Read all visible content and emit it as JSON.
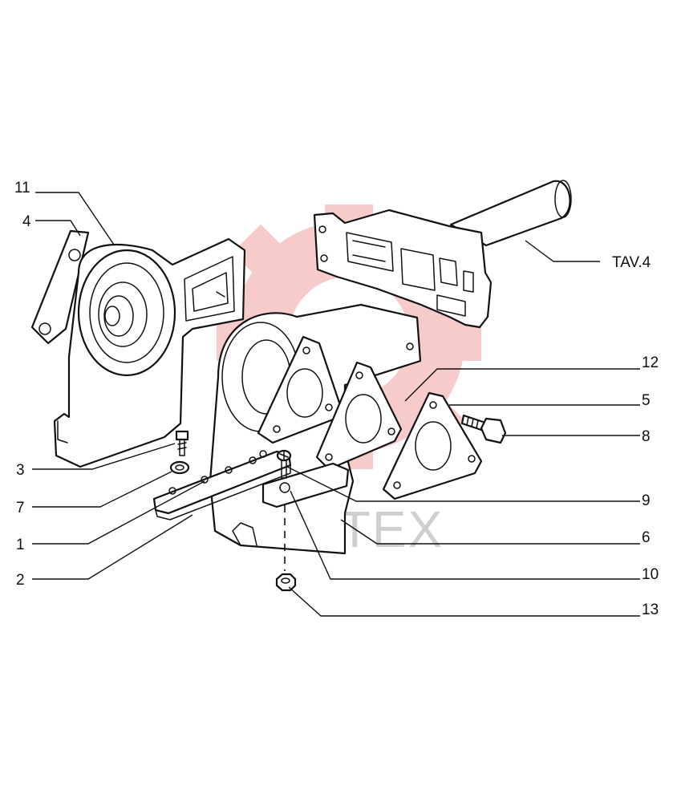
{
  "colors": {
    "line": "#111111",
    "watermark_gear": "#f7b8b8",
    "watermark_text": "#cfcfcf"
  },
  "watermark": {
    "text": "IAHTEX"
  },
  "callouts": [
    {
      "id": "11",
      "label": "11"
    },
    {
      "id": "4",
      "label": "4"
    },
    {
      "id": "tav",
      "label": "TAV.4"
    },
    {
      "id": "12",
      "label": "12"
    },
    {
      "id": "5",
      "label": "5"
    },
    {
      "id": "8",
      "label": "8"
    },
    {
      "id": "3",
      "label": "3"
    },
    {
      "id": "7",
      "label": "7"
    },
    {
      "id": "9",
      "label": "9"
    },
    {
      "id": "1",
      "label": "1"
    },
    {
      "id": "6",
      "label": "6"
    },
    {
      "id": "2",
      "label": "2"
    },
    {
      "id": "10",
      "label": "10"
    },
    {
      "id": "13",
      "label": "13"
    }
  ]
}
